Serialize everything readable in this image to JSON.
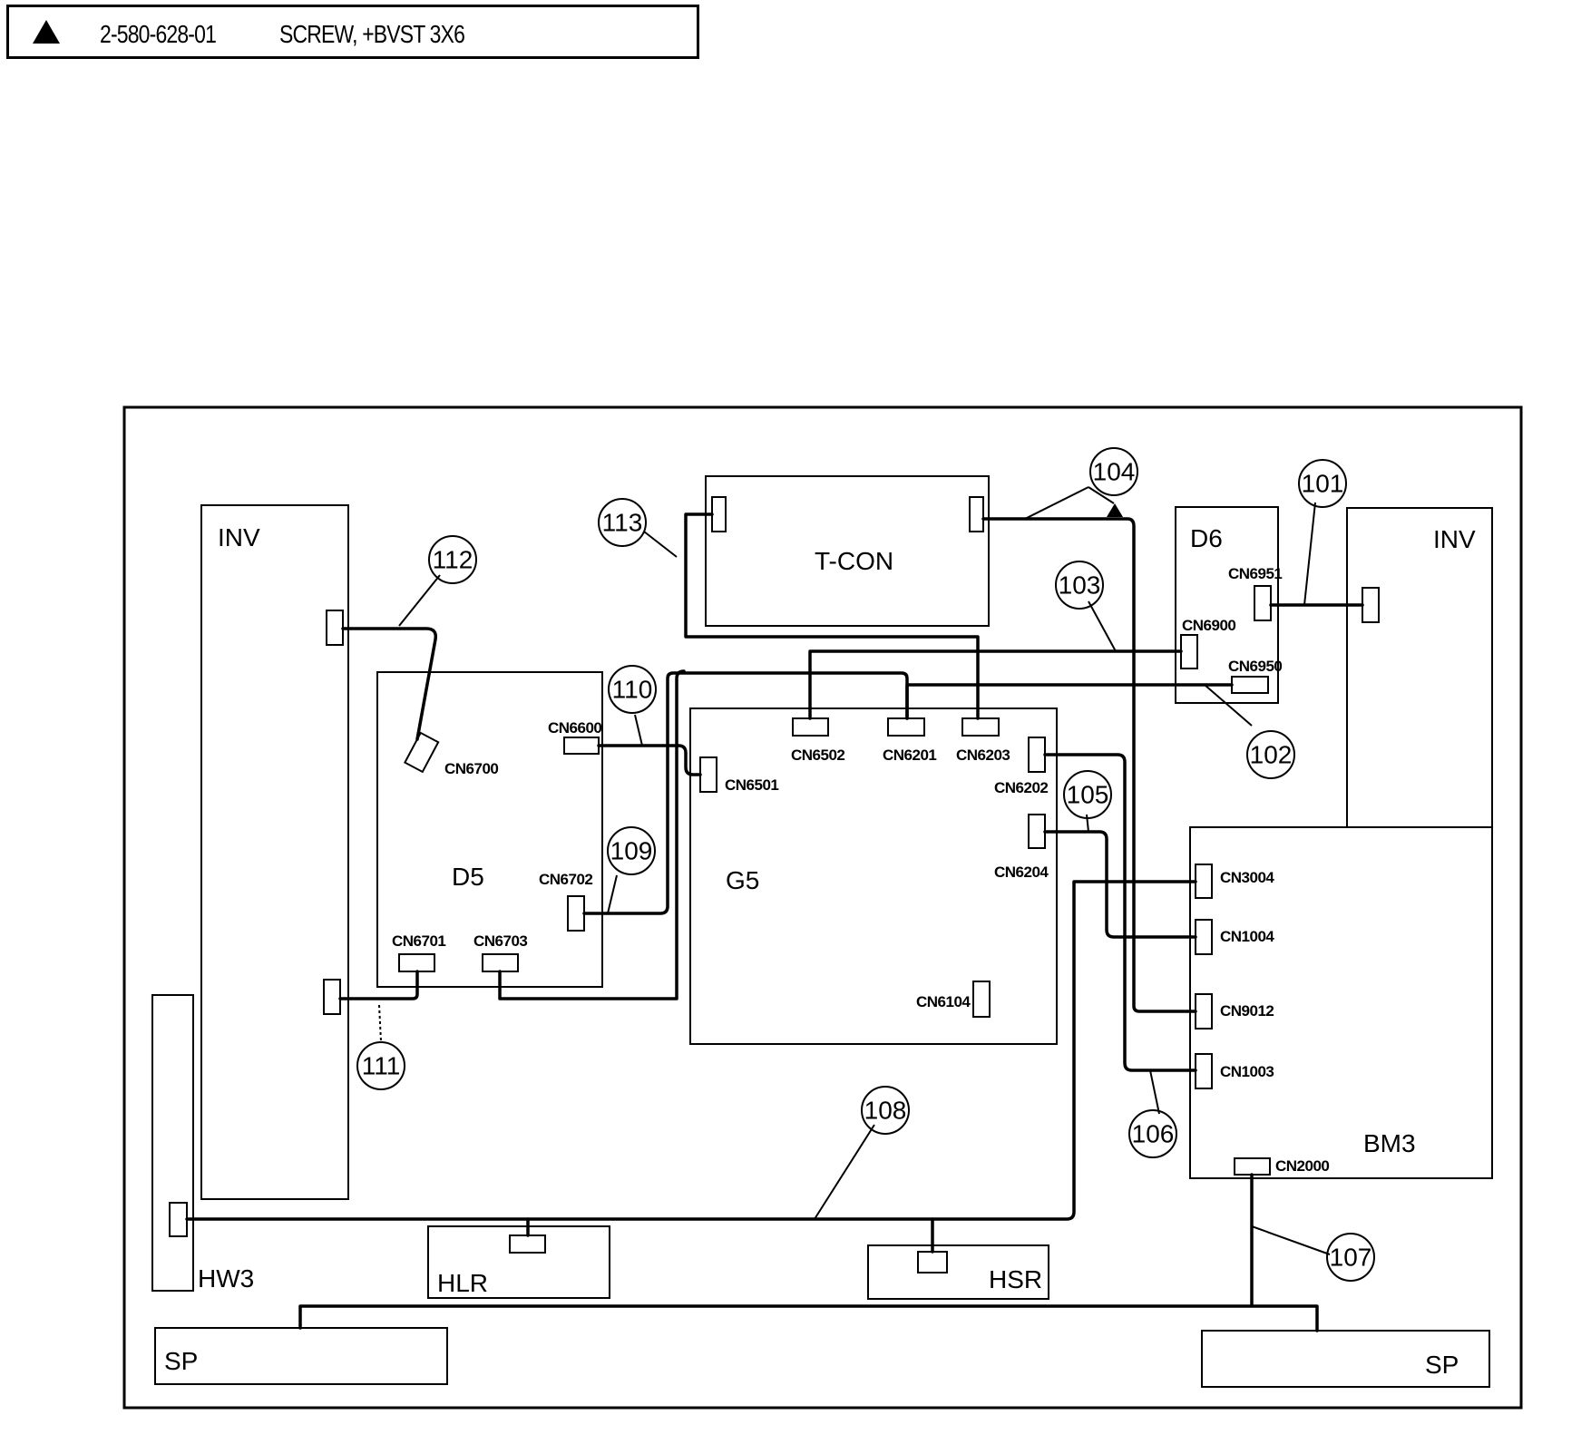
{
  "part_bar": {
    "marker": "triangle-icon",
    "part_number": "2-580-628-01",
    "description": "SCREW, +BVST 3X6"
  },
  "boards": {
    "inv_left": "INV",
    "inv_right": "INV",
    "tcon": "T-CON",
    "d6": "D6",
    "d5": "D5",
    "g5": "G5",
    "bm3": "BM3",
    "hw3": "HW3",
    "hlr": "HLR",
    "hsr": "HSR",
    "sp_left": "SP",
    "sp_right": "SP"
  },
  "connectors": {
    "cn6951": "CN6951",
    "cn6900": "CN6900",
    "cn6950": "CN6950",
    "cn6700": "CN6700",
    "cn6600": "CN6600",
    "cn6501": "CN6501",
    "cn6502": "CN6502",
    "cn6201": "CN6201",
    "cn6203": "CN6203",
    "cn6202": "CN6202",
    "cn6204": "CN6204",
    "cn6702": "CN6702",
    "cn6701": "CN6701",
    "cn6703": "CN6703",
    "cn6104": "CN6104",
    "cn3004": "CN3004",
    "cn1004": "CN1004",
    "cn9012": "CN9012",
    "cn1003": "CN1003",
    "cn2000": "CN2000"
  },
  "callouts": {
    "c101": "101",
    "c102": "102",
    "c103": "103",
    "c104": "104",
    "c105": "105",
    "c106": "106",
    "c107": "107",
    "c108": "108",
    "c109": "109",
    "c110": "110",
    "c111": "111",
    "c112": "112",
    "c113": "113"
  }
}
